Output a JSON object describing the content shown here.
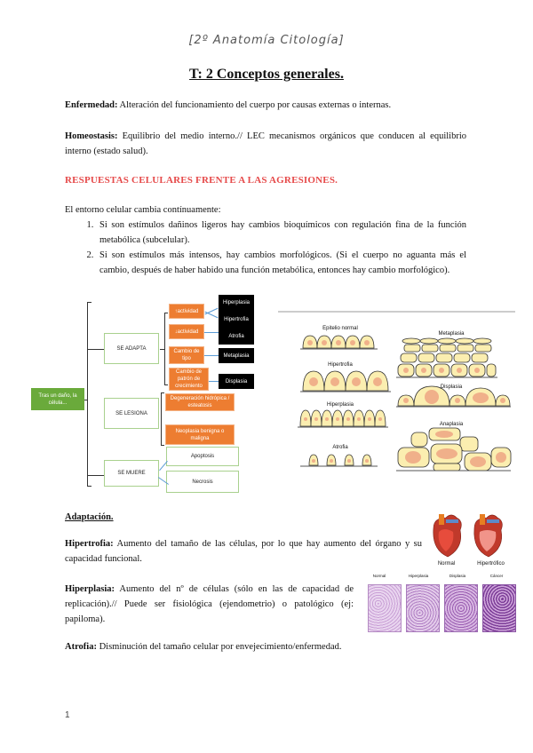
{
  "header": "[2º Anatomía Citología]",
  "title": "T: 2 Conceptos generales.",
  "definitions": {
    "enfermedad": {
      "term": "Enfermedad:",
      "text": " Alteración del funcionamiento del cuerpo por causas externas o internas."
    },
    "homeostasis": {
      "term": "Homeostasis:",
      "text": " Equilibrio del medio interno.// LEC mecanismos orgánicos que conducen al equilibrio interno (estado salud)."
    }
  },
  "section_heading": "RESPUESTAS CELULARES FRENTE A LAS AGRESIONES.",
  "intro": "El entorno celular cambia contínuamente:",
  "list": [
    "Si son estímulos dañinos ligeros hay cambios bioquímicos con regulación fina de la función metabólica (subcelular).",
    "Si son estímulos más intensos, hay cambios morfológicos. (Si el cuerpo no aguanta más el cambio, después de haber habido una función metabólica, entonces hay cambio morfológico)."
  ],
  "diagram": {
    "root": "Tras un daño, la célula...",
    "branches": {
      "adapta": "SE ADAPTA",
      "lesiona": "SE LESIONA",
      "muere": "SE MUERE"
    },
    "adapta_items": [
      "↑actividad",
      "↓actividad",
      "Cambio de tipo",
      "Cambio de patrón de crecimiento"
    ],
    "adapta_results": [
      "Hiperplasia",
      "Hipertrofia",
      "Atrofia",
      "Metaplasia",
      "Displasia"
    ],
    "lesiona_items": [
      "Degeneración hidrópica / esteatosis",
      "Neoplasia benigna o maligna"
    ],
    "muere_items": [
      "Apoptosis",
      "Necrosis"
    ]
  },
  "cell_figure": {
    "labels": [
      "Epitelio normal",
      "Hipertrofia",
      "Hiperplasia",
      "Atrofia",
      "Metaplasia",
      "Displasia",
      "Anaplasia"
    ]
  },
  "adaptacion_heading": "Adaptación.",
  "hipertrofia": {
    "term": "Hipertrofia:",
    "text": " Aumento del tamaño de las células, por lo que hay aumento del órgano y su capacidad funcional."
  },
  "heart_figure": {
    "labels": [
      "Normal",
      "Hipertrófico"
    ]
  },
  "hiperplasia": {
    "term": "Hiperplasia:",
    "text": " Aumento del nº de células (sólo en las de capacidad de replicación).// Puede ser fisiológica (ejendometrio) o patológico (ej: papiloma)."
  },
  "tissue_figure": {
    "labels": [
      "Normal",
      "Hiperplasia",
      "Displasia",
      "Cáncer"
    ]
  },
  "atrofia": {
    "term": "Atrofia:",
    "text": " Disminución del tamaño celular por envejecimiento/enfermedad."
  },
  "page_number": "1",
  "colors": {
    "accent_red": "#e64b4b",
    "orange": "#ed7d31",
    "green": "#6aaa3b"
  }
}
